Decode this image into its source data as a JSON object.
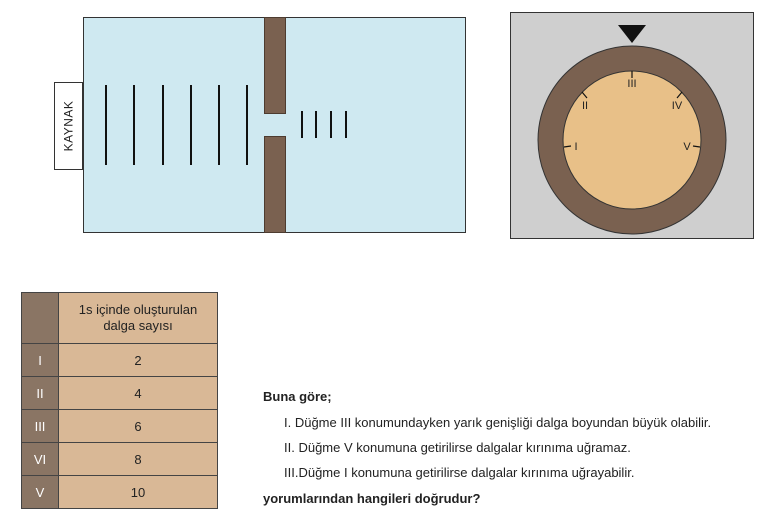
{
  "tank": {
    "source_label": "KAYNAK"
  },
  "dial": {
    "pointer_icon": "triangle-down-icon",
    "labels": [
      "III",
      "II",
      "IV",
      "I",
      "V"
    ]
  },
  "table": {
    "header": "1s içinde oluşturulan dalga sayısı",
    "rows": [
      {
        "label": "I",
        "value": "2"
      },
      {
        "label": "II",
        "value": "4"
      },
      {
        "label": "III",
        "value": "6"
      },
      {
        "label": "VI",
        "value": "8"
      },
      {
        "label": "V",
        "value": "10"
      }
    ]
  },
  "question": {
    "intro": "Buna göre;",
    "statements": [
      "I.  Düğme III konumundayken yarık genişliği dalga boyundan büyük olabilir.",
      "II. Düğme V konumuna getirilirse dalgalar kırınıma uğramaz.",
      "III.Düğme I konumuna getirilirse dalgalar kırınıma uğrayabilir."
    ],
    "prompt": "yorumlarından hangileri doğrudur?"
  }
}
